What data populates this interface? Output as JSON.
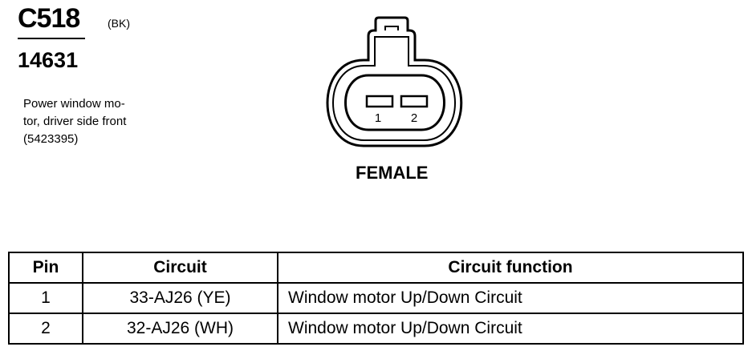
{
  "connector": {
    "id": "C518",
    "color_code": "(BK)",
    "part_number": "14631",
    "description_lines": [
      "Power window mo-",
      "tor, driver side front",
      "(5423395)"
    ]
  },
  "diagram": {
    "pin_labels": [
      "1",
      "2"
    ],
    "view_label": "FEMALE"
  },
  "table": {
    "headers": [
      "Pin",
      "Circuit",
      "Circuit function"
    ],
    "rows": [
      {
        "pin": "1",
        "circuit": "33-AJ26 (YE)",
        "function": "Window motor Up/Down Circuit"
      },
      {
        "pin": "2",
        "circuit": "32-AJ26 (WH)",
        "function": "Window motor Up/Down Circuit"
      }
    ]
  }
}
